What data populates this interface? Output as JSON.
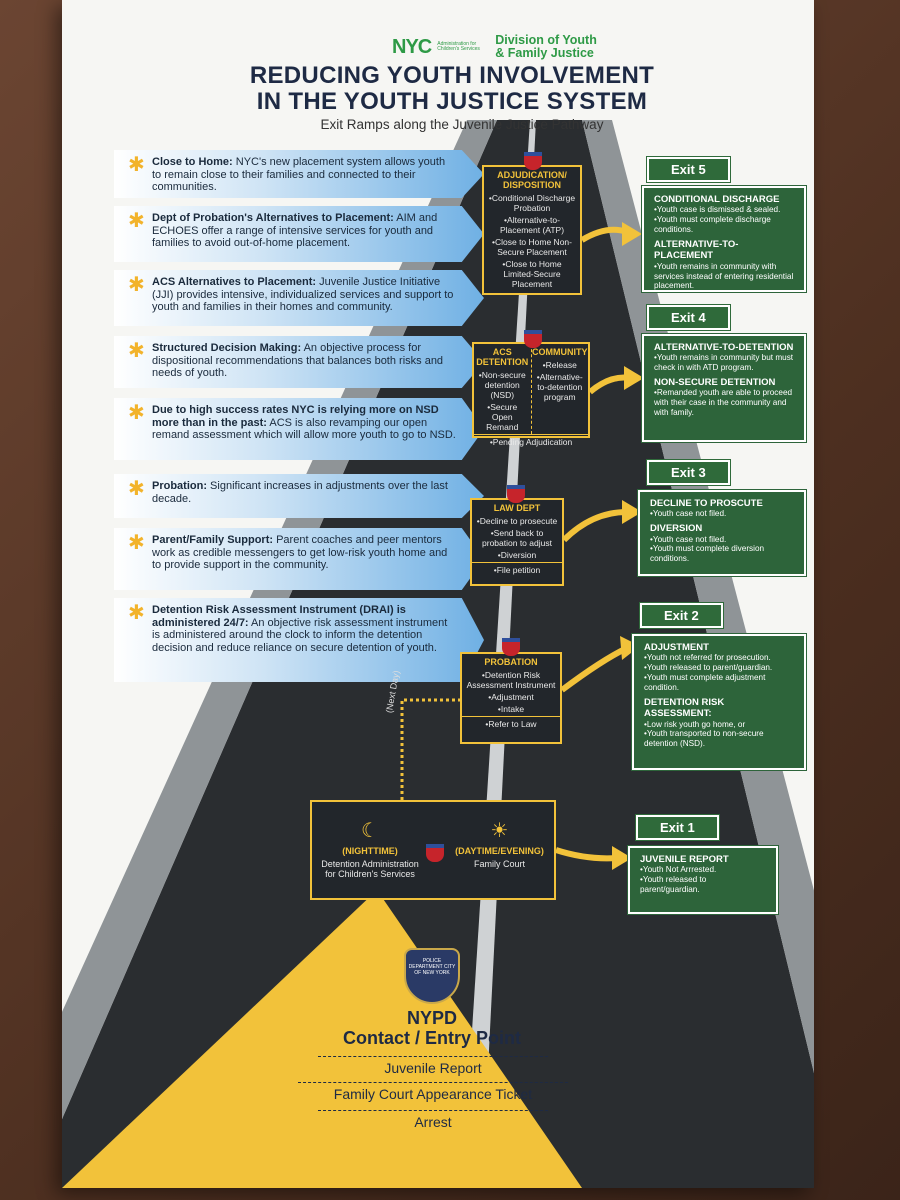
{
  "header": {
    "logo_nyc": "NYC",
    "logo_sub": "Administration for Children's Services",
    "logo_division_line1": "Division of Youth",
    "logo_division_line2": "& Family Justice",
    "title_line1": "REDUCING YOUTH INVOLVEMENT",
    "title_line2": "IN THE YOUTH JUSTICE SYSTEM",
    "subtitle": "Exit Ramps along the Juvenile Justice Pathway"
  },
  "banners": [
    {
      "heading": "Close to Home:",
      "text": " NYC's new placement system allows youth to remain close to their families and connected to their communities."
    },
    {
      "heading": "Dept of Probation's Alternatives to Placement:",
      "text": " AIM and ECHOES offer a range of intensive services for youth and families to avoid out-of-home placement."
    },
    {
      "heading": "ACS Alternatives to Placement:",
      "text": " Juvenile Justice Initiative (JJI) provides intensive, individualized services and support to youth and families in their homes and community."
    },
    {
      "heading": "Structured Decision Making:",
      "text": " An objective process for dispositional recommendations that balances both risks and needs of youth."
    },
    {
      "heading": "Due to high success rates NYC is relying more on NSD more than in the past:",
      "text": " ACS is also revamping our open remand assessment which will allow more youth to go to NSD."
    },
    {
      "heading": "Probation:",
      "text": " Significant increases in  adjustments over the last decade."
    },
    {
      "heading": "Parent/Family Support:",
      "text": " Parent coaches and peer mentors work as credible messengers to get low-risk youth home and to provide support in the community."
    },
    {
      "heading": "Detention Risk Assessment Instrument (DRAI) is administered 24/7:",
      "text": "  An objective risk assessment instrument is administered around the clock to inform the detention decision and reduce reliance on secure detention of youth."
    }
  ],
  "road_boxes": {
    "adjudication": {
      "heading": "ADJUDICATION/ DISPOSITION",
      "items": [
        "•Conditional Discharge Probation",
        "•Alternative-to-Placement (ATP)",
        "•Close to Home Non-Secure Placement",
        "•Close to Home Limited-Secure Placement"
      ]
    },
    "acs": {
      "heading_left": "ACS DETENTION",
      "heading_right": "COMMUNITY",
      "left_items": [
        "•Non-secure detention (NSD)",
        "•Secure Open Remand"
      ],
      "right_items": [
        "•Release",
        "•Alternative-to-detention program"
      ],
      "footer": "•Pending Adjudication"
    },
    "law": {
      "heading": "LAW DEPT",
      "items": [
        "•Decline to prosecute",
        "•Send back to probation to adjust",
        "•Diversion"
      ],
      "footer": "•File petition"
    },
    "probation": {
      "heading": "PROBATION",
      "items": [
        "•Detention Risk Assessment Instrument",
        "•Adjustment",
        "•Intake"
      ],
      "footer": "•Refer to Law"
    },
    "court": {
      "night_label": "(NIGHTTIME)",
      "night_text": "Detention Administration for Children's Services",
      "day_label": "(DAYTIME/EVENING)",
      "day_text": "Family Court",
      "next_day": "(Next Day)"
    }
  },
  "exits": [
    {
      "label": "Exit 5",
      "sections": [
        {
          "heading": "CONDITIONAL DISCHARGE",
          "items": [
            "•Youth case is dismissed & sealed.",
            "•Youth must complete discharge conditions."
          ]
        },
        {
          "heading": "ALTERNATIVE-TO-PLACEMENT",
          "items": [
            "•Youth remains in community with services instead of entering residential placement."
          ]
        }
      ]
    },
    {
      "label": "Exit 4",
      "sections": [
        {
          "heading": "ALTERNATIVE-TO-DETENTION",
          "items": [
            "•Youth remains in community but must check in with ATD program."
          ]
        },
        {
          "heading": "NON-SECURE DETENTION",
          "items": [
            "•Remanded youth are able to proceed with their case in the community and with family."
          ]
        }
      ]
    },
    {
      "label": "Exit 3",
      "sections": [
        {
          "heading": "DECLINE TO PROSCUTE",
          "items": [
            "•Youth case not filed."
          ]
        },
        {
          "heading": "DIVERSION",
          "items": [
            "•Youth case not filed.",
            "•Youth must complete diversion conditions."
          ]
        }
      ]
    },
    {
      "label": "Exit 2",
      "sections": [
        {
          "heading": "ADJUSTMENT",
          "items": [
            "•Youth not referred for prosecution.",
            "•Youth released to parent/guardian.",
            "•Youth must complete adjustment condition."
          ]
        },
        {
          "heading": "DETENTION RISK ASSESSMENT:",
          "items": [
            "•Low risk youth go home, or",
            "•Youth transported to non-secure detention (NSD)."
          ]
        }
      ]
    },
    {
      "label": "Exit 1",
      "sections": [
        {
          "heading": "JUVENILE REPORT",
          "items": [
            "•Youth Not Arrrested.",
            "•Youth released to parent/guardian."
          ]
        }
      ]
    }
  ],
  "entry": {
    "badge_text": "POLICE DEPARTMENT CITY OF NEW YORK",
    "title": "NYPD",
    "subtitle": "Contact / Entry Point",
    "items": [
      "Juvenile Report",
      "Family Court Appearance Ticket",
      "Arrest"
    ]
  },
  "colors": {
    "road": "#2a2d30",
    "yellow": "#f2c23a",
    "green": "#2d643a",
    "blue": "#6fb0e4",
    "navy": "#1e2a44"
  }
}
